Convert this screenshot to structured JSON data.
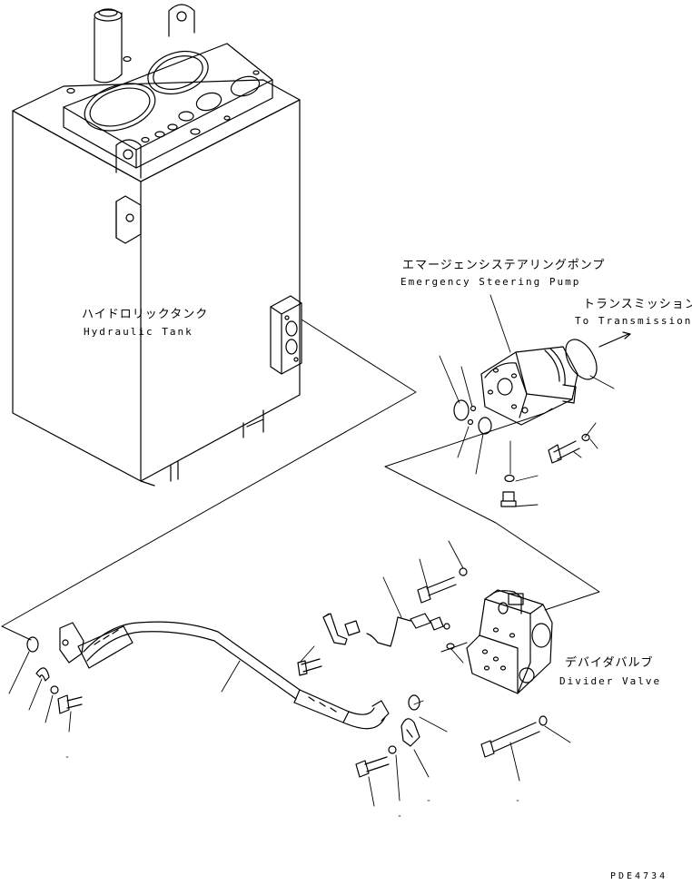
{
  "labels": {
    "hydraulic_tank_jp": "ハイドロリックタンク",
    "hydraulic_tank_en": "Hydraulic Tank",
    "pump_jp": "エマージェンシステアリングポンプ",
    "pump_en": "Emergency Steering Pump",
    "transmission_jp": "トランスミッションへ",
    "transmission_en": "To Transmission",
    "divider_jp": "デバイダバルブ",
    "divider_en": "Divider Valve"
  },
  "drawing_code": "PDE4734",
  "colors": {
    "line": "#000000",
    "background": "#ffffff"
  }
}
